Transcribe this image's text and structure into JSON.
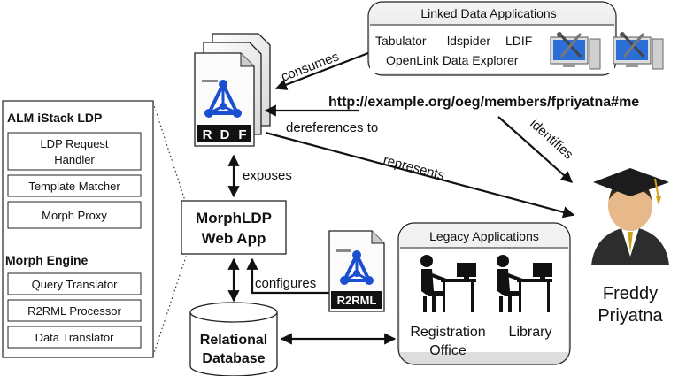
{
  "alm_panel": {
    "title": "ALM iStack LDP",
    "components": [
      {
        "line1": "LDP Request",
        "line2": "Handler"
      },
      {
        "line1": "Template Matcher"
      },
      {
        "line1": "Morph Proxy"
      }
    ]
  },
  "morph_engine": {
    "title": "Morph Engine",
    "components": [
      "Query Translator",
      "R2RML Processor",
      "Data Translator"
    ]
  },
  "linked_data_apps": {
    "title": "Linked Data Applications",
    "line1": [
      "Tabulator",
      "ldspider",
      "LDIF"
    ],
    "line2": "OpenLink Data Explorer"
  },
  "rdf_doc": {
    "label_r": "R",
    "label_d": "D",
    "label_f": "F"
  },
  "r2rml_doc": {
    "label": "R2RML"
  },
  "uri": "http://example.org/oeg/members/fpriyatna#me",
  "edges": {
    "consumes": "consumes",
    "dereferences_to": "dereferences to",
    "represents": "represents",
    "identifies": "identifies",
    "exposes": "exposes",
    "configures": "configures"
  },
  "webapp": {
    "line1": "MorphLDP",
    "line2": "Web App"
  },
  "database": {
    "line1": "Relational",
    "line2": "Database"
  },
  "legacy_apps": {
    "title": "Legacy Applications",
    "apps": [
      {
        "line1": "Registration",
        "line2": "Office"
      },
      {
        "line1": "Library"
      }
    ]
  },
  "person": {
    "line1": "Freddy",
    "line2": "Priyatna"
  },
  "colors": {
    "outline": "#222222",
    "rdf_blue": "#1a4fd0",
    "panel_gray": "#e8e8e8",
    "monitor_blue": "#2b6fd6"
  }
}
